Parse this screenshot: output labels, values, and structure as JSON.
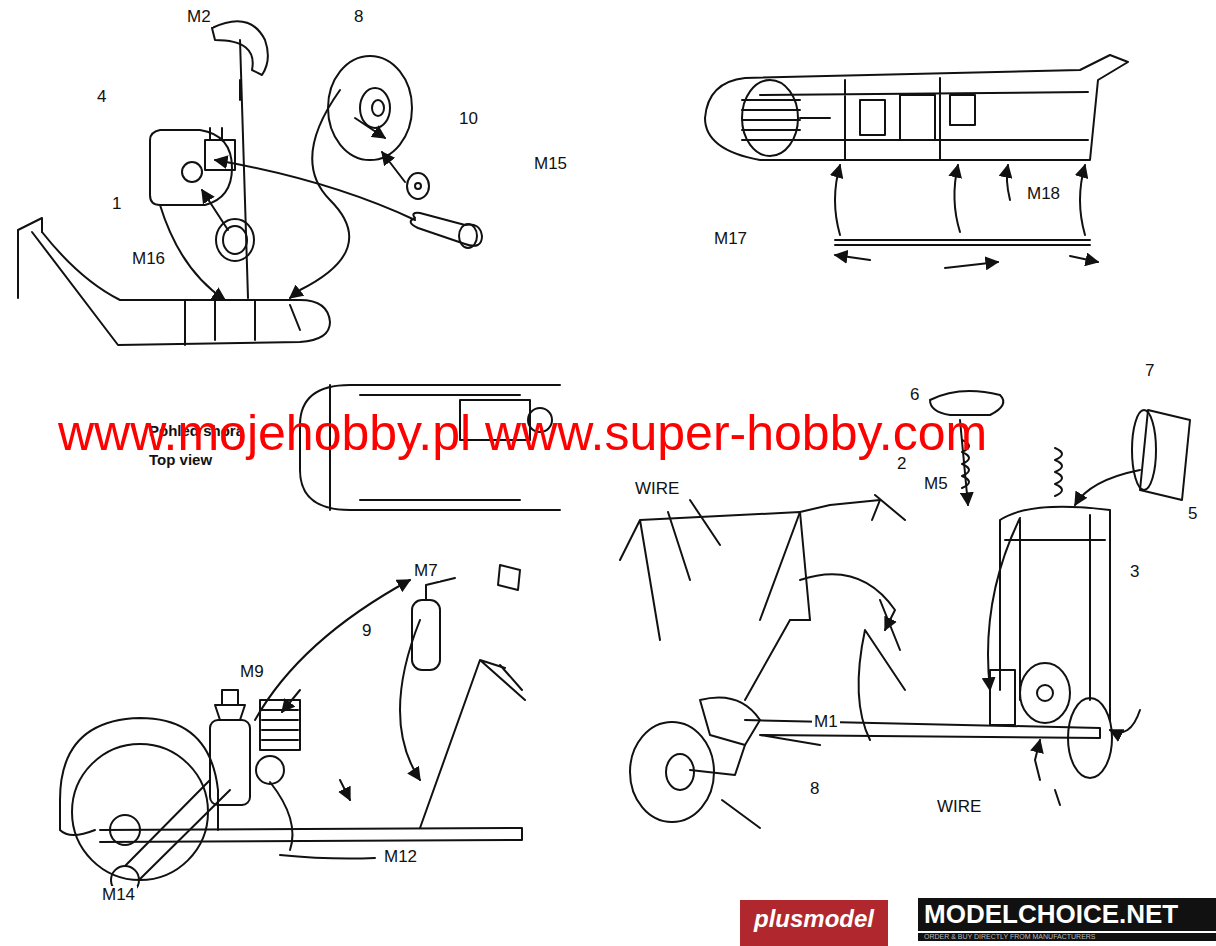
{
  "diagram": {
    "labels": [
      "M2",
      "8",
      "4",
      "10",
      "M15",
      "1",
      "M16",
      "M18",
      "M17",
      "Pohled shora",
      "Top view",
      "www.mojehobby.pl www.super-hobby.com",
      "M7",
      "6",
      "7",
      "M5",
      "WIRE",
      "2",
      "5",
      "3",
      "9",
      "M9",
      "M1",
      "8",
      "WIRE",
      "M12",
      "M14",
      "plusmodel",
      "MODELCHOICE.NET",
      "ORDER & BUY DIRECTLY FROM MANUFACTURERS"
    ]
  }
}
